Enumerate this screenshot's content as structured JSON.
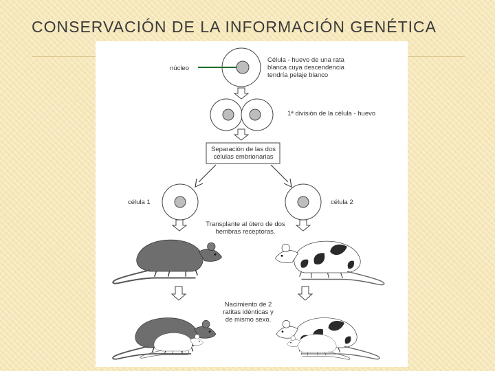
{
  "slide": {
    "title": "CONSERVACIÓN DE LA INFORMACIÓN GENÉTICA"
  },
  "diagram": {
    "label_nucleo": "núcleo",
    "label_cell_line1": "Célula - huevo de una rata",
    "label_cell_line2": "blanca cuya descendencia",
    "label_cell_line3": "tendría pelaje blanco",
    "label_division": "1ª división de la célula - huevo",
    "label_separation_line1": "Separación de las dos",
    "label_separation_line2": "células embrionarias",
    "label_cell1": "célula 1",
    "label_cell2": "célula 2",
    "label_transplant_line1": "Transplante al útero de dos",
    "label_transplant_line2": "hembras receptoras.",
    "label_birth_line1": "Nacimiento de 2",
    "label_birth_line2": "ratitas idénticas y",
    "label_birth_line3": "de mismo sexo.",
    "colors": {
      "pointer_line": "#1f6b2a",
      "dark_rat": "#6e6e6e",
      "spot": "#2a2a2a"
    }
  }
}
